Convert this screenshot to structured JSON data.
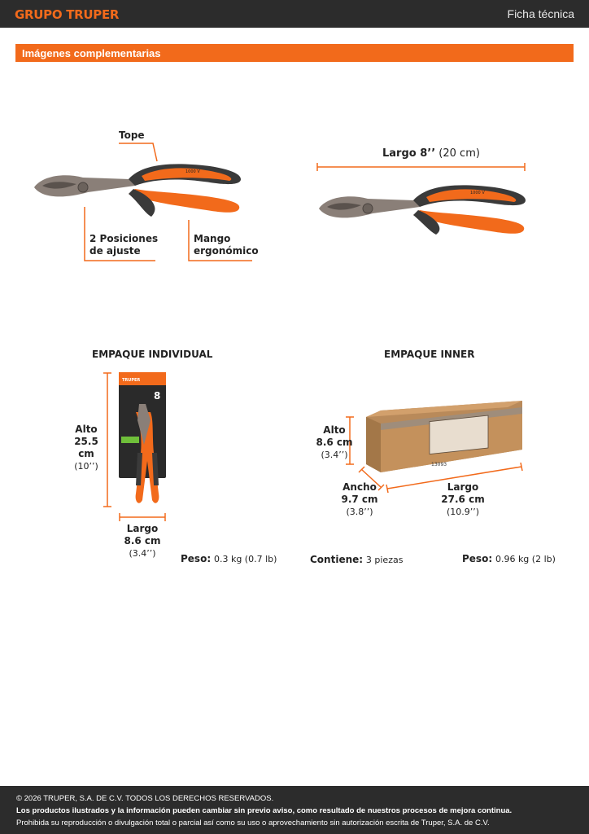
{
  "header": {
    "logo": "GRUPO TRUPER",
    "doc_type": "Ficha técnica"
  },
  "section": {
    "title": "Imágenes complementarias"
  },
  "features": {
    "tope": "Tope",
    "posiciones_1": "2 Posiciones",
    "posiciones_2": "de ajuste",
    "mango_1": "Mango",
    "mango_2": "ergonómico",
    "largo_label": "Largo 8’’",
    "largo_value": "(20 cm)",
    "handle_text": "1000 V"
  },
  "individual": {
    "title": "EMPAQUE INDIVIDUAL",
    "alto_label": "Alto",
    "alto_value": "25.5 cm",
    "alto_in": "(10’’)",
    "largo_label": "Largo",
    "largo_value": "8.6 cm",
    "largo_in": "(3.4’’)",
    "peso_label": "Peso:",
    "peso_value": "0.3 kg (0.7 lb)",
    "card_size": "8",
    "card_brand": "TRUPER"
  },
  "inner": {
    "title": "EMPAQUE INNER",
    "alto_label": "Alto",
    "alto_value": "8.6 cm",
    "alto_in": "(3.4’’)",
    "ancho_label": "Ancho",
    "ancho_value": "9.7 cm",
    "ancho_in": "(3.8’’)",
    "largo_label": "Largo",
    "largo_value": "27.6 cm",
    "largo_in": "(10.9’’)",
    "contiene_label": "Contiene:",
    "contiene_value": "3 piezas",
    "peso_label": "Peso:",
    "peso_value": "0.96 kg (2 lb)",
    "box_code": "13093"
  },
  "footer": {
    "copyright": "© 2026 TRUPER, S.A. DE C.V. TODOS LOS DERECHOS RESERVADOS.",
    "notice": "Los productos ilustrados y la información pueden cambiar sin previo aviso, como resultado de nuestros procesos de mejora continua.",
    "prohibition": "Prohibida su reproducción o divulgación total o parcial así como su uso o aprovechamiento sin autorización escrita de Truper, S.A. de C.V."
  },
  "colors": {
    "accent": "#f26a1b",
    "dark": "#2c2c2c"
  }
}
